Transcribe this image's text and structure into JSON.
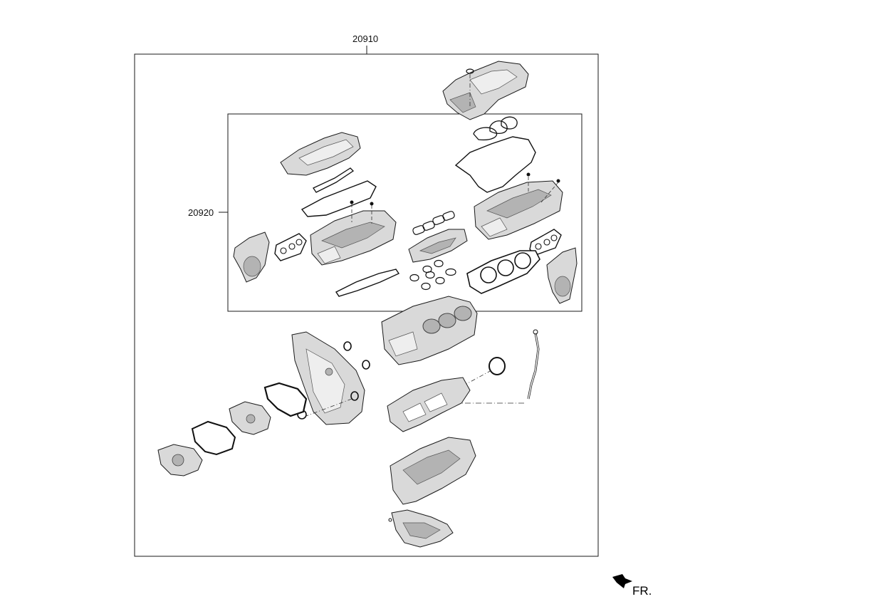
{
  "diagram": {
    "callouts": {
      "outer_kit": "20910",
      "inner_kit": "20920"
    },
    "direction_label": "FR.",
    "palette": {
      "line": "#1a1a1a",
      "part_fill": "#d9d9d9",
      "part_shade": "#b3b3b3",
      "part_light": "#eeeeee",
      "gasket": "#111111"
    }
  }
}
